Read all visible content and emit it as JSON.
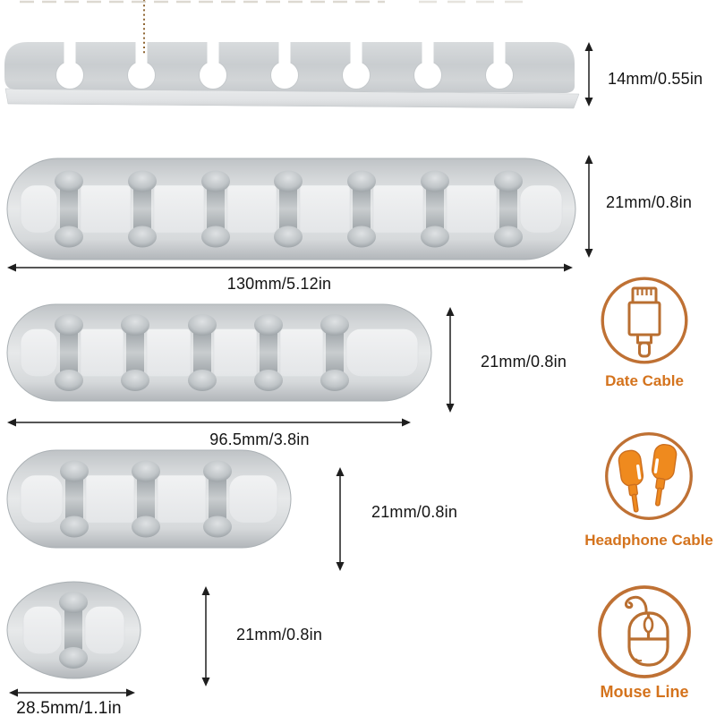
{
  "measurements": {
    "side7_height": "14mm/0.55in",
    "top7_width": "130mm/5.12in",
    "top7_height": "21mm/0.8in",
    "top5_width": "96.5mm/3.8in",
    "top5_height": "21mm/0.8in",
    "top3_height": "21mm/0.8in",
    "top1_width": "28.5mm/1.1in",
    "top1_height": "21mm/0.8in"
  },
  "products": [
    {
      "name": "cable-organizer-7-slot-side-view",
      "slots": 7
    },
    {
      "name": "cable-organizer-7-slot-top-view",
      "slots": 7
    },
    {
      "name": "cable-organizer-5-slot-top-view",
      "slots": 5
    },
    {
      "name": "cable-organizer-3-slot-top-view",
      "slots": 3
    },
    {
      "name": "cable-organizer-1-slot-top-view",
      "slots": 1
    }
  ],
  "legend": {
    "items": [
      {
        "icon": "usb-cable-icon",
        "label": "Date Cable"
      },
      {
        "icon": "earbuds-icon",
        "label": "Headphone Cable"
      },
      {
        "icon": "mouse-icon",
        "label": "Mouse Line"
      }
    ]
  },
  "colors": {
    "accent_outline": "#bf7134",
    "accent_fill": "#ef8a1e",
    "legend_label_text": "#d4731d",
    "measurement_text": "#141414",
    "product_gray": "#cfd3d5",
    "background": "#ffffff"
  }
}
